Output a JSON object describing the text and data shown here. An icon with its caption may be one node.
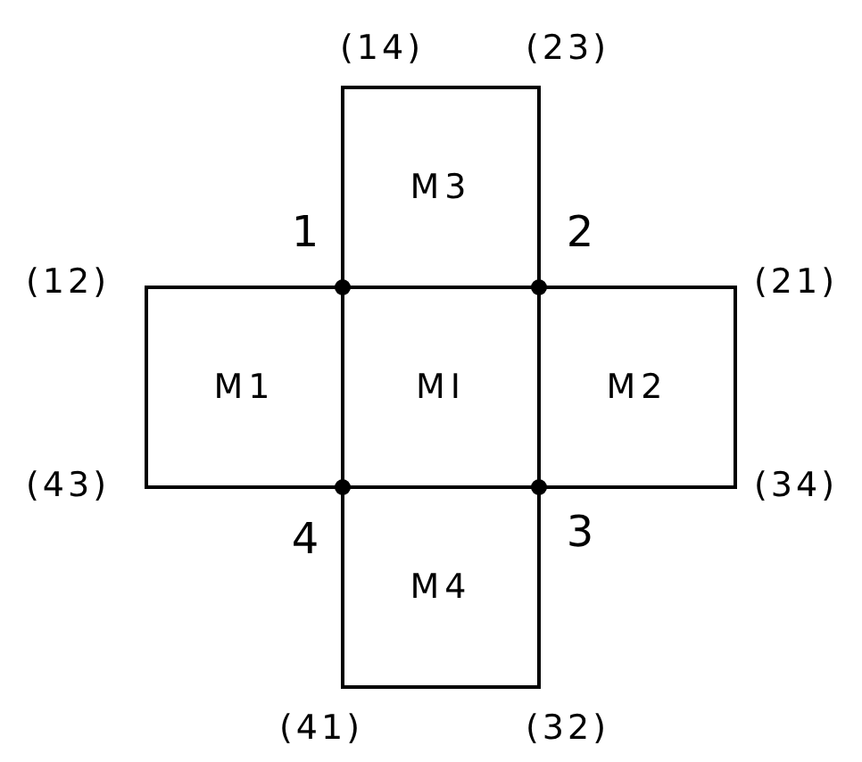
{
  "diagram": {
    "nodes": [
      {
        "text": [
          "M3"
        ]
      },
      {
        "text": [
          "M1"
        ]
      },
      {
        "text": [
          "MI"
        ]
      },
      {
        "text": [
          "M2"
        ]
      },
      {
        "text": [
          "M4"
        ]
      }
    ],
    "labels": [
      "(14)",
      "(23)",
      "1",
      "2",
      "(12)",
      "(21)",
      "(43)",
      "(34)",
      "4",
      "3",
      "(41)",
      "(32)"
    ]
  }
}
